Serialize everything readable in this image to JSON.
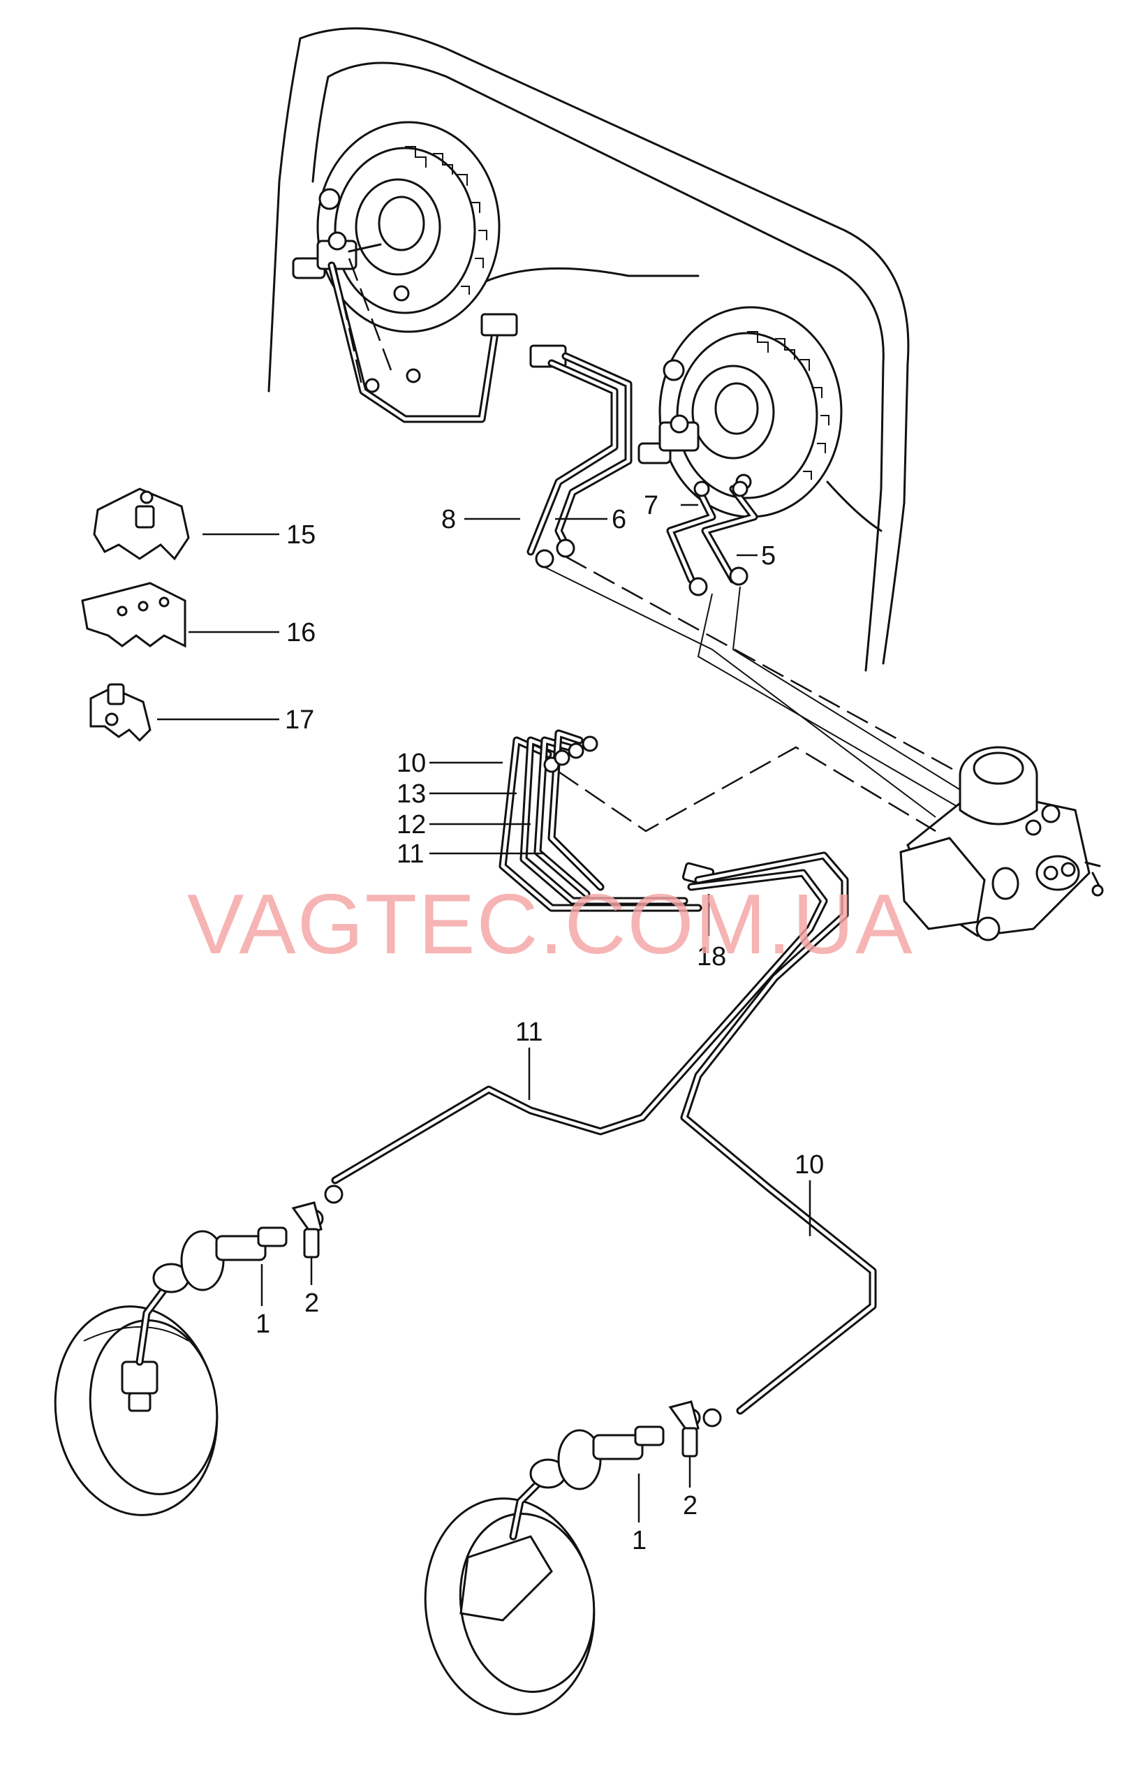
{
  "watermark": "VAGTEC.COM.UA",
  "callouts": {
    "c1a": "1",
    "c2a": "2",
    "c1b": "1",
    "c2b": "2",
    "c5": "5",
    "c6": "6",
    "c7": "7",
    "c8": "8",
    "c10a": "10",
    "c13": "13",
    "c12": "12",
    "c11a": "11",
    "c11b": "11",
    "c10b": "10",
    "c15": "15",
    "c16": "16",
    "c17": "17",
    "c18": "18"
  }
}
